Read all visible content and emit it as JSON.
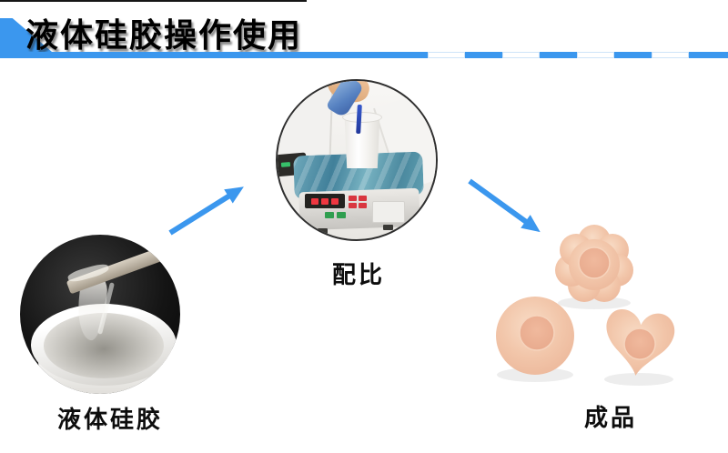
{
  "header": {
    "title": "液体硅胶操作使用"
  },
  "steps": [
    {
      "name": "raw-material",
      "label": "液体硅胶"
    },
    {
      "name": "mixing-ratio",
      "label": "配比"
    },
    {
      "name": "finished-product",
      "label": "成品"
    }
  ],
  "colors": {
    "accent_blue": "#3B97EE",
    "title_text": "#000000",
    "label_text": "#0D0D0D",
    "film_teal": "#4E8FA6",
    "liquid_blue": "#2B4FC0",
    "pad_skin": "#F0C3A7",
    "pad_center": "#EAAE92"
  }
}
